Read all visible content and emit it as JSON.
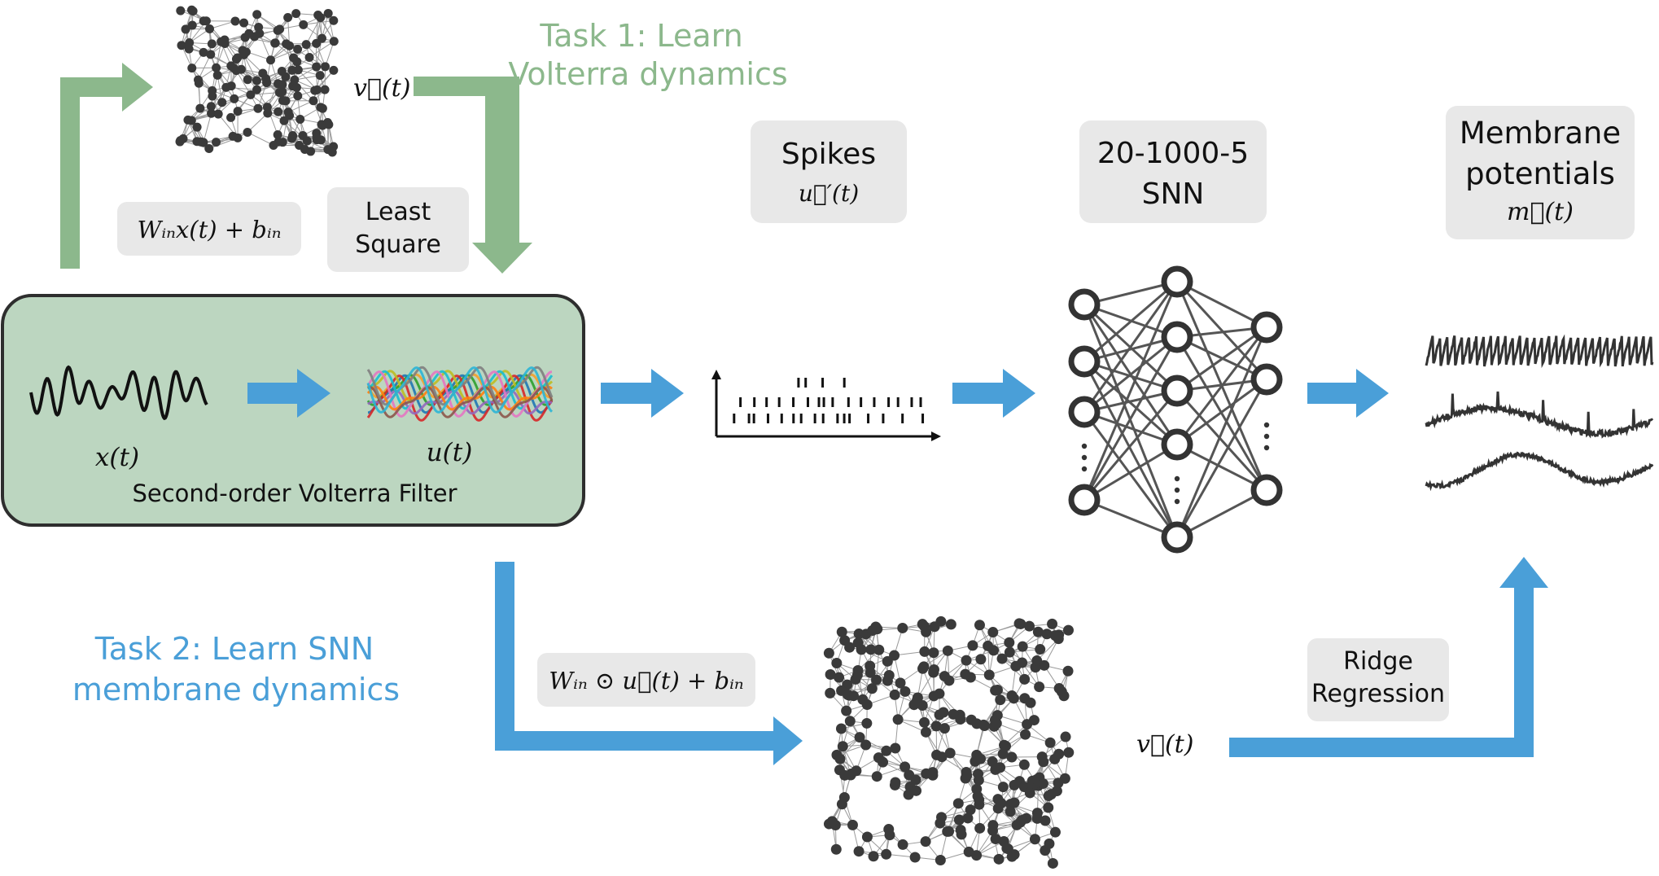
{
  "task1": {
    "line1": "Task 1: Learn",
    "line2": "Volterra dynamics",
    "color": "#8cb88c"
  },
  "task2": {
    "line1": "Task 2: Learn SNN",
    "line2": "membrane dynamics",
    "color": "#4a9fd8"
  },
  "boxes": {
    "input_proj": "Wᵢₙx(t) + bᵢₙ",
    "least_square_1": "Least",
    "least_square_2": "Square",
    "spikes_title": "Spikes",
    "spikes_sym": "u⃗′(t)",
    "snn_line1": "20-1000-5",
    "snn_line2": "SNN",
    "membrane_line1": "Membrane",
    "membrane_line2": "potentials",
    "membrane_sym": "m⃗(t)",
    "hadamard_proj": "Wᵢₙ ⊙ u⃗(t) + bᵢₙ",
    "ridge_1": "Ridge",
    "ridge_2": "Regression"
  },
  "labels": {
    "v_top": "v⃗(t)",
    "v_bottom": "v⃗(t)",
    "x_t": "x(t)",
    "u_t": "u(t)",
    "filter": "Second-order Volterra Filter"
  },
  "colors": {
    "green": "#8cb88c",
    "blue": "#4a9fd8",
    "box_gray": "#e8e8e8",
    "filter_fill": "#bcd6c0",
    "node": "#3a3a3a"
  }
}
